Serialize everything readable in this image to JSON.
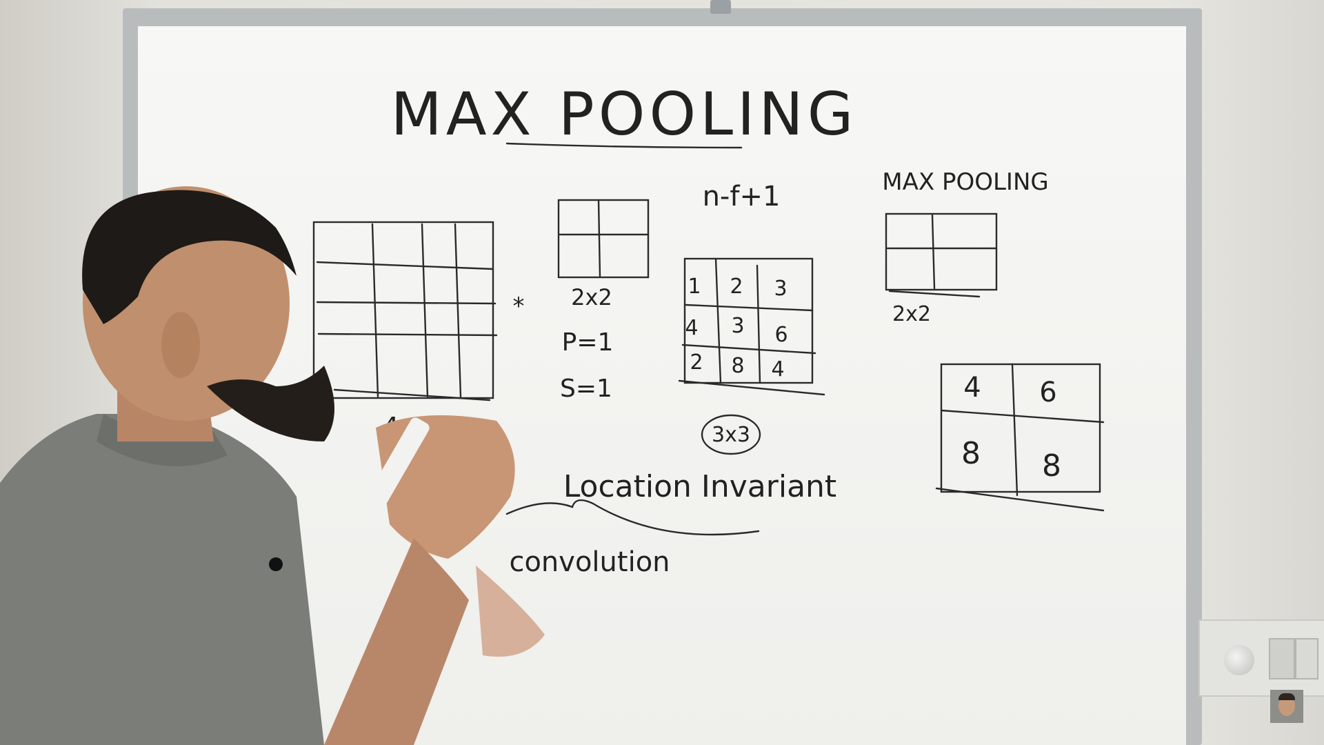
{
  "whiteboard": {
    "title": "MAX POOLING",
    "left_grid_label": "4x4",
    "star": "*",
    "filter_label": "2x2",
    "padding_label": "P=1",
    "stride_label": "S=1",
    "formula": "n-f+1",
    "output_matrix": [
      [
        "1",
        "2",
        "3"
      ],
      [
        "4",
        "3",
        "6"
      ],
      [
        "2",
        "8",
        "4"
      ]
    ],
    "output_size_label": "3x3",
    "maxpool_heading": "MAX POOLING",
    "maxpool_filter_label": "2x2",
    "pooled_result": [
      [
        "4",
        "6"
      ],
      [
        "8",
        "8"
      ]
    ],
    "location_text": "Location Invariant",
    "convolution_text": "convolution"
  },
  "colors": {
    "ink": "#222222",
    "board": "#f3f3f1",
    "frame": "#b9bcbd",
    "shirt": "#7b7d79"
  },
  "icons": [
    "presenter-avatar-icon",
    "light-switch-icon"
  ]
}
